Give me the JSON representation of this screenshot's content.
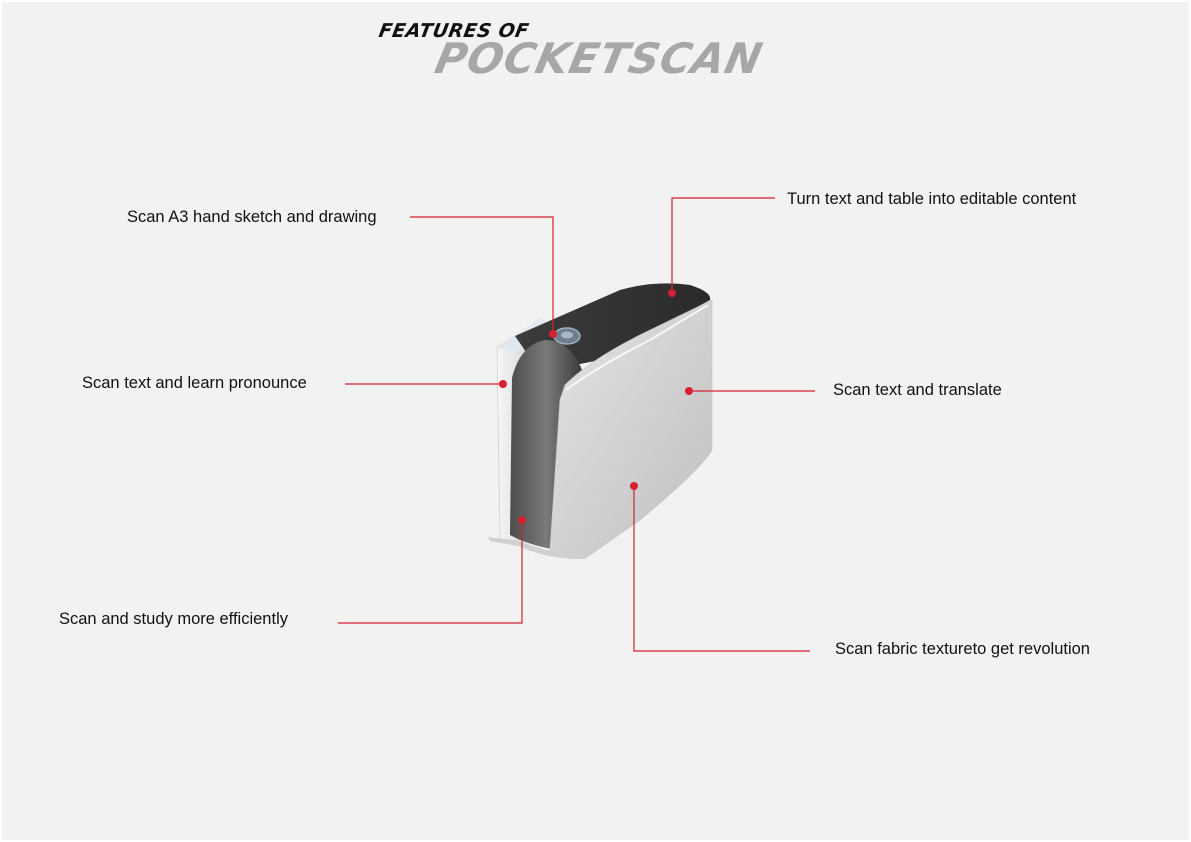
{
  "heading": {
    "line1": "FEATURES OF",
    "line2": "POCKETSCAN",
    "line2_color": "#a7a7a7"
  },
  "callout_color": "#d42030",
  "callouts": [
    {
      "id": "sketch",
      "label": "Scan A3 hand sketch and drawing"
    },
    {
      "id": "editable",
      "label": "Turn text and table into editable content"
    },
    {
      "id": "pronounce",
      "label": "Scan text and learn pronounce"
    },
    {
      "id": "translate",
      "label": "Scan text and translate"
    },
    {
      "id": "study",
      "label": "Scan and study more efficiently"
    },
    {
      "id": "fabric",
      "label": "Scan fabric textureto get revolution"
    }
  ]
}
